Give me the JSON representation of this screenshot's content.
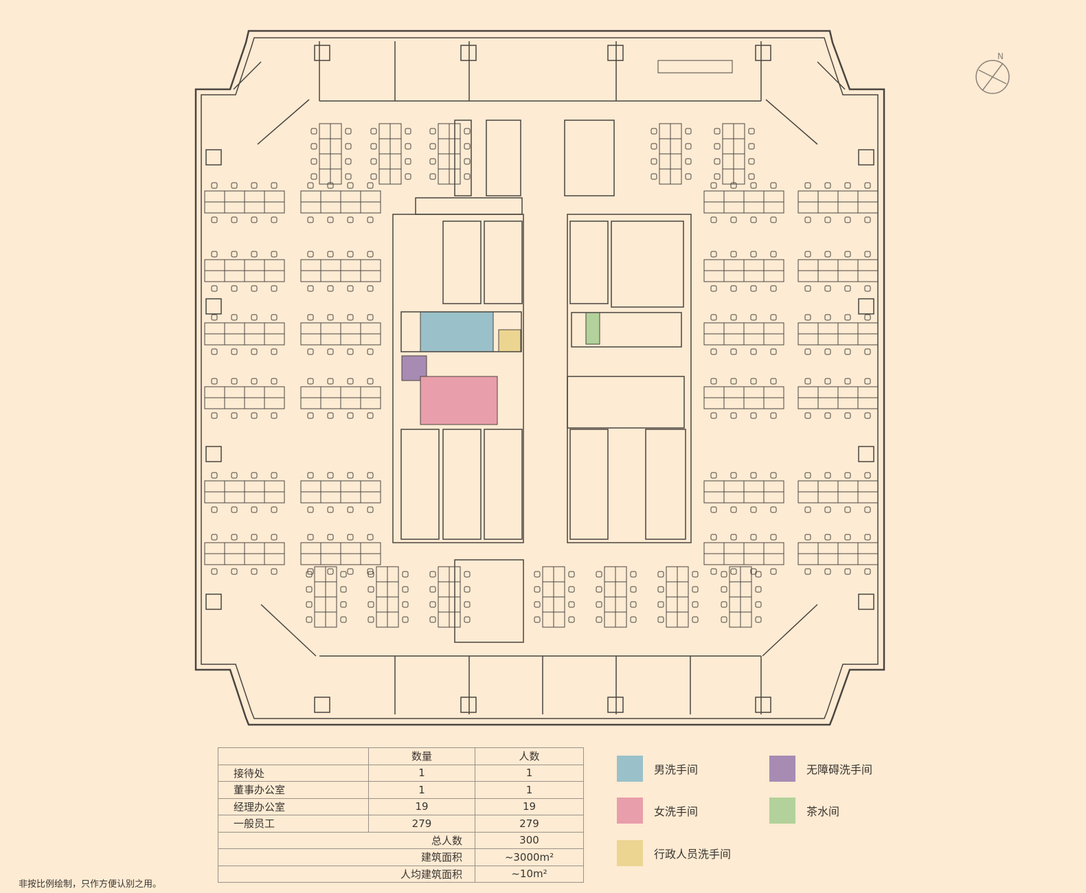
{
  "colors": {
    "background": "#fdebd3",
    "line": "#4a4540",
    "men_restroom": "#9ac1c9",
    "women_restroom": "#e89eab",
    "accessible_restroom": "#a88bb3",
    "pantry": "#b3d19a",
    "admin_restroom": "#ecd591"
  },
  "compass": {
    "label": "N"
  },
  "table": {
    "header": [
      "",
      "数量",
      "人数"
    ],
    "rows": [
      {
        "label": "接待处",
        "count": "1",
        "people": "1"
      },
      {
        "label": "董事办公室",
        "count": "1",
        "people": "1"
      },
      {
        "label": "经理办公室",
        "count": "19",
        "people": "19"
      },
      {
        "label": "一般员工",
        "count": "279",
        "people": "279"
      }
    ],
    "summary": [
      {
        "label": "总人数",
        "value": "300"
      },
      {
        "label": "建筑面积",
        "value": "~3000m²"
      },
      {
        "label": "人均建筑面积",
        "value": "~10m²"
      }
    ]
  },
  "legend": [
    {
      "label": "男洗手间",
      "color": "#9ac1c9"
    },
    {
      "label": "无障碍洗手间",
      "color": "#a88bb3"
    },
    {
      "label": "女洗手间",
      "color": "#e89eab"
    },
    {
      "label": "茶水间",
      "color": "#b3d19a"
    },
    {
      "label": "行政人员洗手间",
      "color": "#ecd591"
    }
  ],
  "footnote": "非按比例绘制，只作方便认别之用。"
}
